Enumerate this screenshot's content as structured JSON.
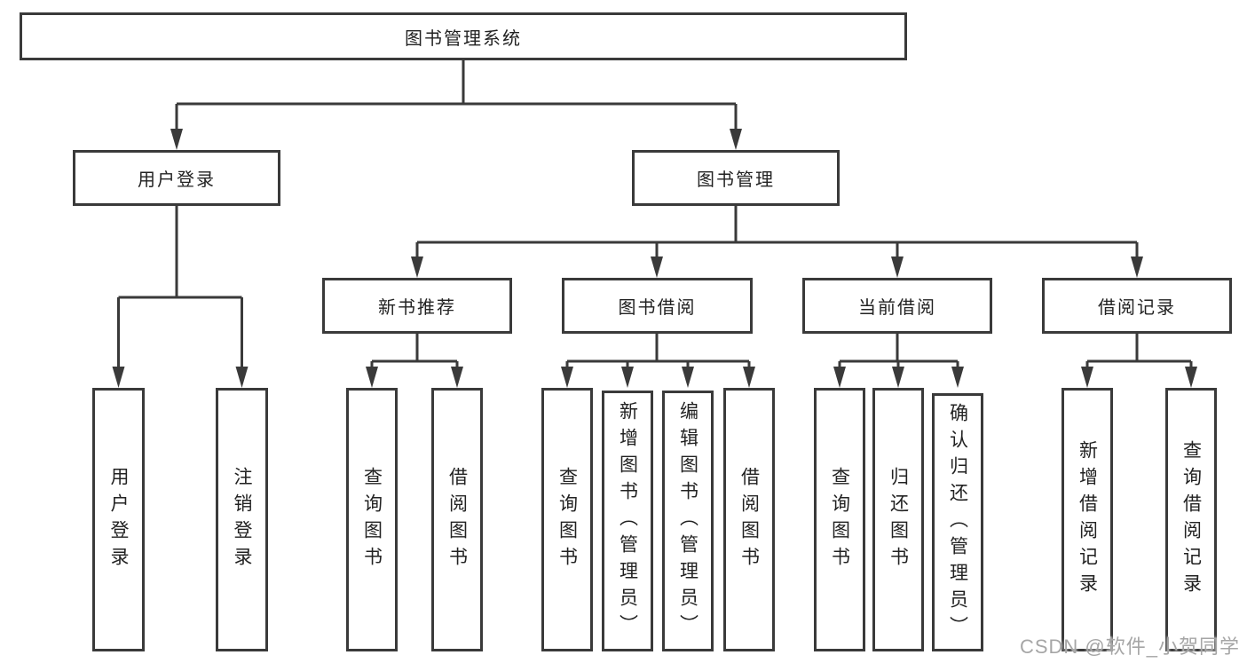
{
  "diagram": {
    "title": "图书管理系统",
    "nodes": {
      "root": {
        "label": "图书管理系统"
      },
      "user_login": {
        "label": "用户登录"
      },
      "book_management": {
        "label": "图书管理"
      },
      "new_book_recommend": {
        "label": "新书推荐"
      },
      "book_borrowing": {
        "label": "图书借阅"
      },
      "current_borrowing": {
        "label": "当前借阅"
      },
      "borrowing_records": {
        "label": "借阅记录"
      },
      "leaf_user_login": {
        "label": "用户登录"
      },
      "leaf_logout": {
        "label": "注销登录"
      },
      "leaf_query_books_1": {
        "label": "查询图书"
      },
      "leaf_borrow_books_1": {
        "label": "借阅图书"
      },
      "leaf_query_books_2": {
        "label": "查询图书"
      },
      "leaf_add_book_admin": {
        "label": "新增图书（管理员）"
      },
      "leaf_edit_book_admin": {
        "label": "编辑图书（管理员）"
      },
      "leaf_borrow_books_2": {
        "label": "借阅图书"
      },
      "leaf_query_books_3": {
        "label": "查询图书"
      },
      "leaf_return_books": {
        "label": "归还图书"
      },
      "leaf_confirm_return_admin": {
        "label": "确认归还（管理员）"
      },
      "leaf_add_borrow_record": {
        "label": "新增借阅记录"
      },
      "leaf_query_borrow_record": {
        "label": "查询借阅记录"
      }
    },
    "colors": {
      "line": "#3a3a3a",
      "box_border": "#3a3a3a",
      "text": "#222222",
      "watermark": "#a6a6a6",
      "background": "#ffffff"
    }
  },
  "watermark": {
    "text": "CSDN @软件_小贺同学"
  }
}
